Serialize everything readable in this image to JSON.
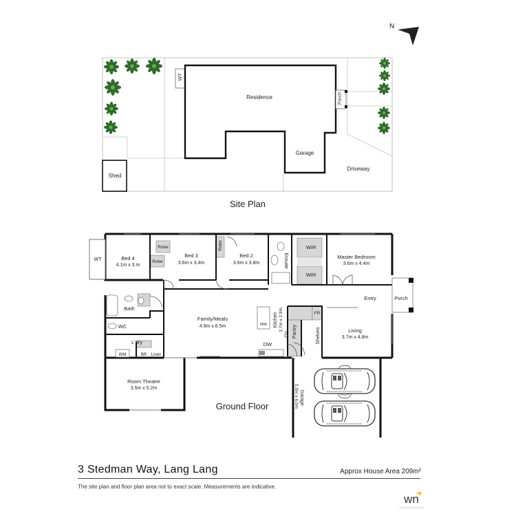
{
  "compass": {
    "label": "N"
  },
  "site_plan": {
    "title": "Site Plan",
    "labels": {
      "wt": "WT",
      "residence": "Residence",
      "porch": "Porch",
      "garage": "Garage",
      "driveway": "Driveway",
      "shed": "Shed"
    }
  },
  "floor_plan": {
    "title": "Ground Floor",
    "rooms": {
      "bed4": {
        "name": "Bed 4",
        "dims": "4.1m x 3.m"
      },
      "bed3": {
        "name": "Bed 3",
        "dims": "3.6m x 3.4m"
      },
      "bed2": {
        "name": "Bed 2",
        "dims": "3.6m x 3.8m"
      },
      "master": {
        "name": "Master Bedroom",
        "dims": "3.6m x 4.4m"
      },
      "family": {
        "name": "Family/Meals",
        "dims": "4.9m x 6.5m"
      },
      "kitchen": {
        "name": "Kitchen",
        "dims": "3.7m x 2.9m"
      },
      "living": {
        "name": "Living",
        "dims": "3.7m x 4.8m"
      },
      "theatre": {
        "name": "Room Theatre",
        "dims": "3.5m x 5.2m"
      },
      "garage": {
        "name": "Garage",
        "dims": "5.5m x 6.0m"
      }
    },
    "labels": {
      "wt": "WT",
      "robe": "Robe",
      "robe_b": "Robe",
      "robe_c": "Robe",
      "ensuite": "Ensuite",
      "wir1": "WIR",
      "wir2": "WIR",
      "bath": "Bath",
      "wc": "WC",
      "ldry": "L'dry",
      "wm": "WM",
      "br": "BR",
      "linen": "Linen",
      "mw": "MW",
      "ov": "OV",
      "dw": "DW",
      "pantry": "Pantry",
      "shelves": "Shelves",
      "fr": "FR",
      "entry": "Entry",
      "porch": "Porch"
    }
  },
  "footer": {
    "address": "3 Stedman Way, Lang Lang",
    "area": "Approx House Area 209m²",
    "disclaimer": "The site plan and floor plan area not to exact scale. Measurements are indicative.",
    "logo_text": "wn"
  }
}
